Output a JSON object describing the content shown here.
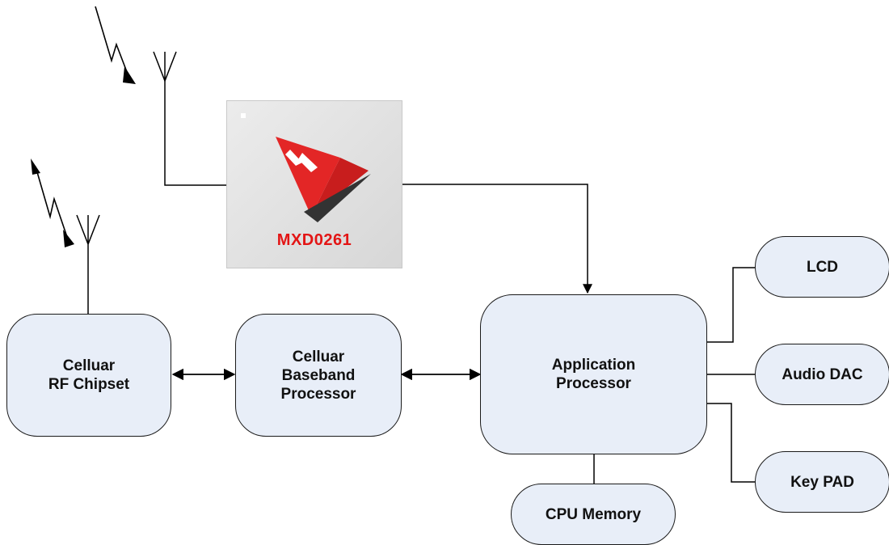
{
  "chip": {
    "label": "MXD0261"
  },
  "blocks": {
    "rf": {
      "line1": "Celluar",
      "line2": "RF Chipset"
    },
    "baseband": {
      "line1": "Celluar",
      "line2": "Baseband",
      "line3": "Processor"
    },
    "app": {
      "line1": "Application",
      "line2": "Processor"
    },
    "lcd": {
      "label": "LCD"
    },
    "audio": {
      "label": "Audio DAC"
    },
    "keypad": {
      "label": "Key PAD"
    },
    "memory": {
      "label": "CPU Memory"
    }
  },
  "colors": {
    "block_fill": "#e8eef8",
    "stroke": "#1a1a1a",
    "chip_label": "#e31515",
    "logo_red": "#e32626",
    "logo_dark": "#333333"
  }
}
